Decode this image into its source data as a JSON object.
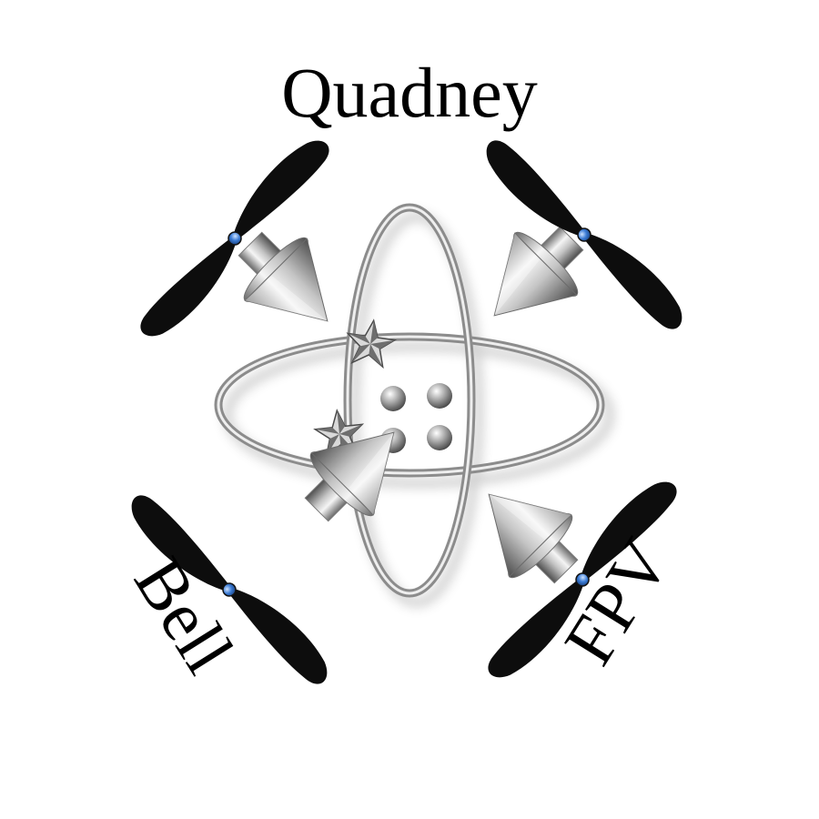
{
  "logo": {
    "top_text": "Quadney",
    "left_text": "Bell",
    "right_text": "FPV"
  },
  "colors": {
    "background": "#ffffff",
    "propeller": "#0d0d0d",
    "metal_light": "#f4f4f4",
    "metal_mid": "#b5b5b5",
    "metal_dark": "#5a5a5a",
    "hub_accent": "#3a7bd5",
    "text": "#000000"
  },
  "icons": [
    "propeller-icon",
    "arrow-icon",
    "orbit-ring-icon",
    "star-icon",
    "sphere-icon"
  ]
}
